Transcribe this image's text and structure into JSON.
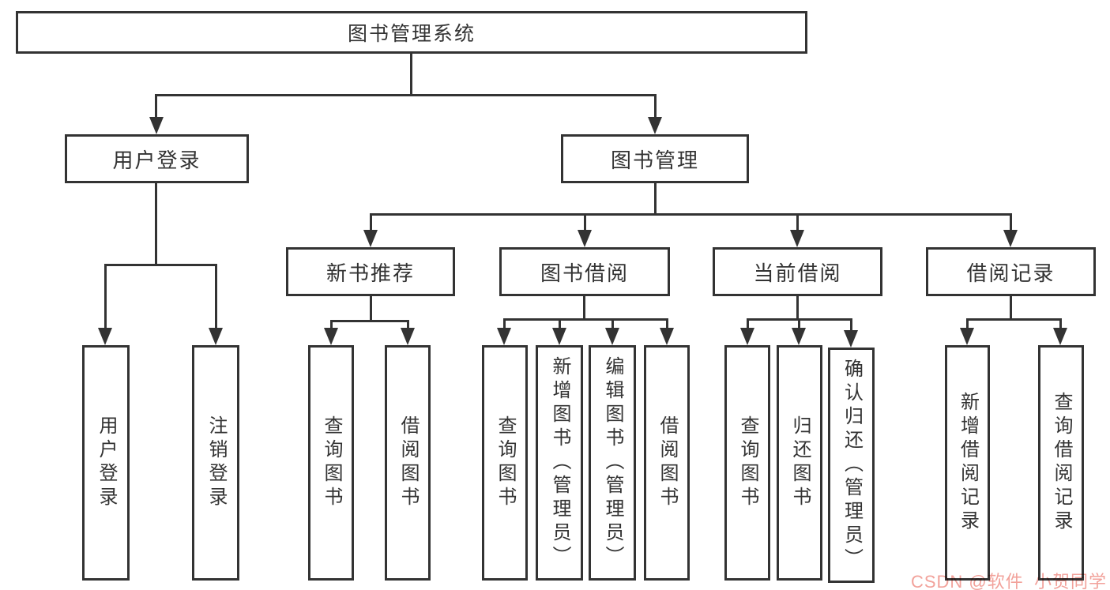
{
  "diagram": {
    "root": {
      "label": "图书管理系统"
    },
    "branches": [
      {
        "label": "用户登录",
        "leaves": [
          {
            "label": "用户登录"
          },
          {
            "label": "注销登录"
          }
        ]
      },
      {
        "label": "图书管理",
        "sections": [
          {
            "label": "新书推荐",
            "leaves": [
              {
                "label": "查询图书"
              },
              {
                "label": "借阅图书"
              }
            ]
          },
          {
            "label": "图书借阅",
            "leaves": [
              {
                "label": "查询图书"
              },
              {
                "label": "新增图书（管理员）"
              },
              {
                "label": "编辑图书（管理员）"
              },
              {
                "label": "借阅图书"
              }
            ]
          },
          {
            "label": "当前借阅",
            "leaves": [
              {
                "label": "查询图书"
              },
              {
                "label": "归还图书"
              },
              {
                "label": "确认归还（管理员）"
              }
            ]
          },
          {
            "label": "借阅记录",
            "leaves": [
              {
                "label": "新增借阅记录"
              },
              {
                "label": "查询借阅记录"
              }
            ]
          }
        ]
      }
    ]
  },
  "watermark": {
    "text": "CSDN @软件_小贺同学"
  },
  "colors": {
    "line": "#333333",
    "box_border": "#333333",
    "box_fill": "#ffffff",
    "text": "#333333",
    "background": "#ffffff",
    "watermark": "#f2a29b"
  }
}
